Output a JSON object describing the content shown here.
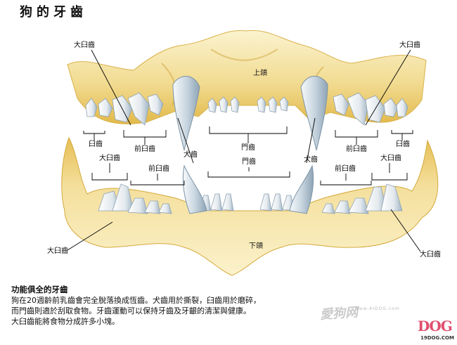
{
  "page_title": "狗的牙齒",
  "labels": {
    "upper_jaw": "上頜",
    "lower_jaw": "下頜",
    "molar": "大臼齒",
    "premolar": "前臼齒",
    "incisor": "門齒",
    "canine": "犬齒",
    "small_molar": "臼齒"
  },
  "section": {
    "title": "功能俱全的牙齒",
    "lines": [
      "狗在20週齡前乳齒會完全脫落換成恆齒。犬齒用於撕裂，臼齒用於磨碎，",
      "而門齒則適於刮取食物。牙齒運動可以保持牙齒及牙齦的清潔與健康。",
      "大臼齒能將食物分成許多小塊。"
    ]
  },
  "watermark": {
    "text": "愛狗网",
    "sub": "www.AIDOG.com"
  },
  "logo": {
    "text": "DOG",
    "sub": "19DOG.COM"
  },
  "colors": {
    "bone": "#f2dc93",
    "bone_shade": "#e2b94a",
    "tooth": "#eef2f5",
    "tooth_shade": "#9fb4c4",
    "canine": "#c9d6e0"
  }
}
